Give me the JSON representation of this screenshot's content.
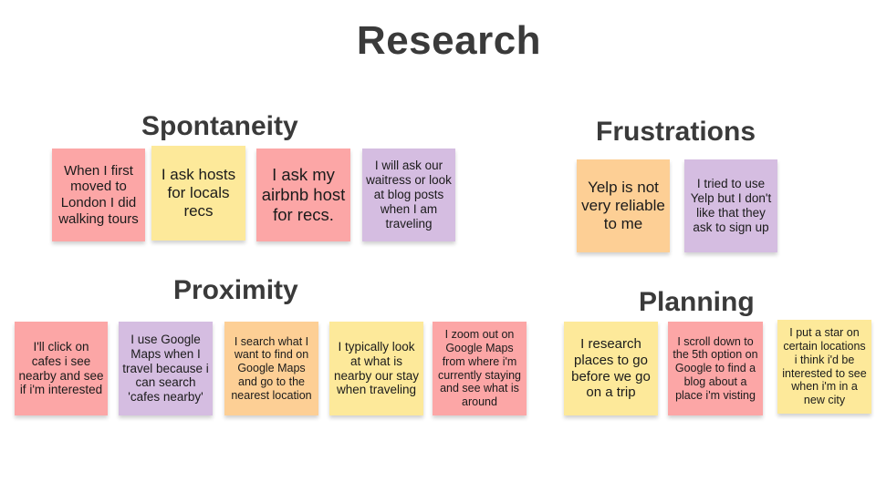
{
  "board": {
    "title": "Research",
    "groups": {
      "spontaneity": {
        "heading": "Spontaneity",
        "notes": [
          "When I first moved to London I did walking tours",
          "I ask hosts for locals recs",
          "I ask my airbnb host for recs.",
          "I will ask our waitress or look at blog posts when I am traveling"
        ]
      },
      "frustrations": {
        "heading": "Frustrations",
        "notes": [
          "Yelp is not very reliable to me",
          "I tried to use Yelp but I don't like that they ask to sign up"
        ]
      },
      "proximity": {
        "heading": "Proximity",
        "notes": [
          "I'll click on cafes i see nearby and see if i'm interested",
          "I use Google Maps when I travel because i can search 'cafes nearby'",
          "I search what I want to find on Google Maps and go to the nearest location",
          "I typically look at what is nearby our stay when traveling",
          "I zoom out on Google Maps from where i'm currently staying and see what is around"
        ]
      },
      "planning": {
        "heading": "Planning",
        "notes": [
          "I research places to go before we go on a trip",
          "I scroll down to the 5th option on Google to find a blog about a place i'm visting",
          "I put a star on certain locations i think i'd be interested to see when i'm in a new city"
        ]
      }
    },
    "colors": {
      "pink": "#fca6a6",
      "yellow": "#fde99a",
      "purple": "#d5bde1",
      "orange": "#fdcf95"
    }
  }
}
